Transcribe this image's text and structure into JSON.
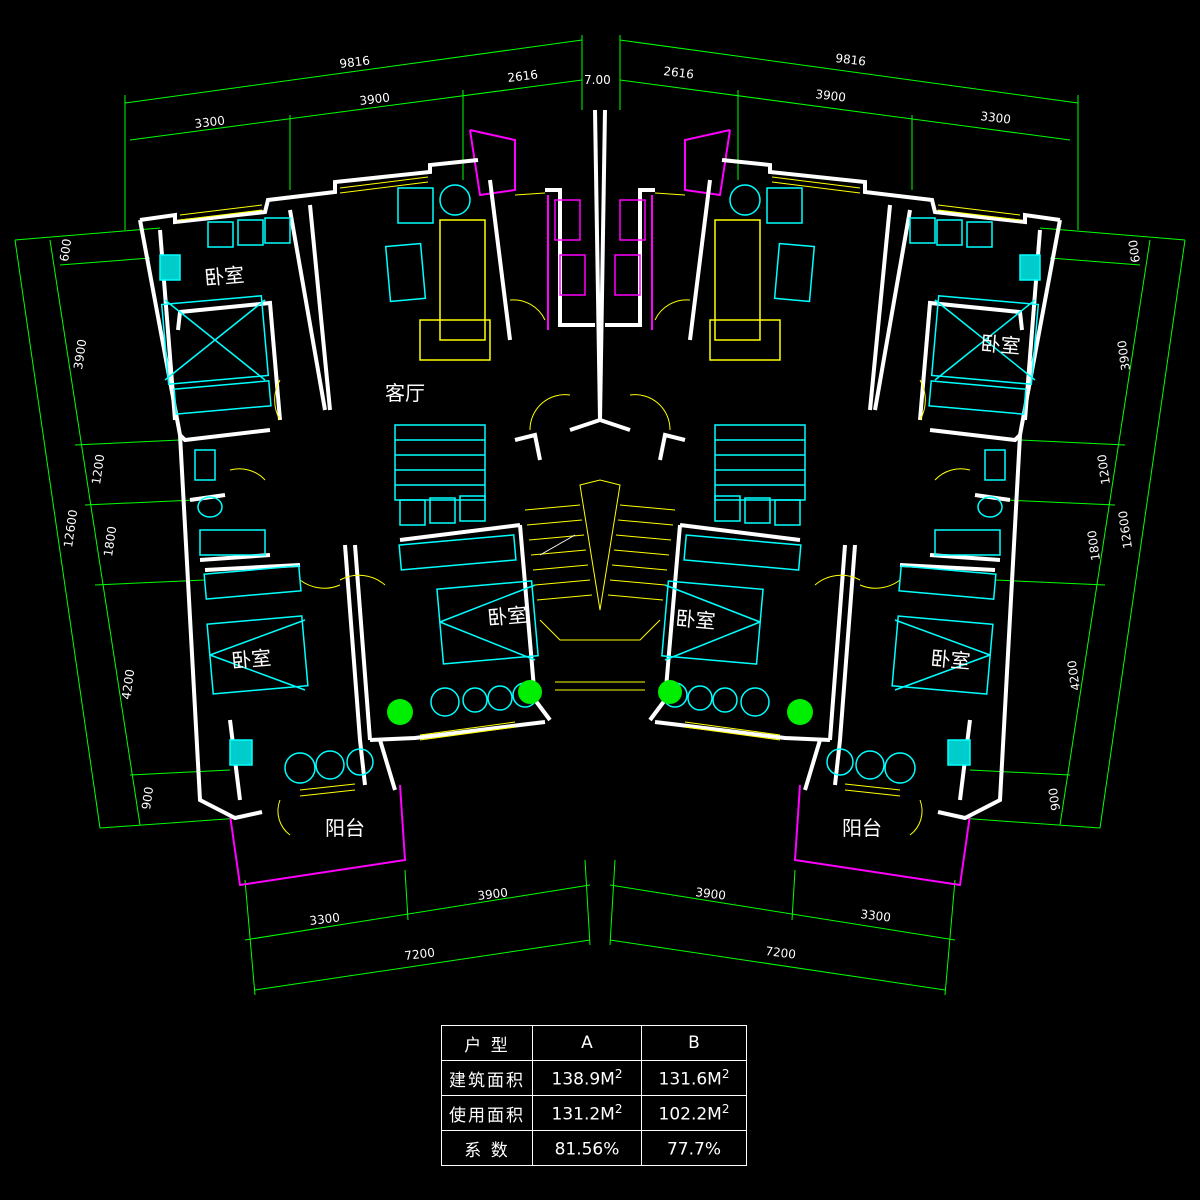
{
  "colors": {
    "background": "#000000",
    "dimension_lines": "#00ff00",
    "walls": "#ffffff",
    "furniture": "#00ffff",
    "balcony_outline": "#ff00ff",
    "windows": "#ffff00",
    "text": "#ffffff"
  },
  "dimensions": {
    "top_left_total": "9816",
    "top_left_a": "3300",
    "top_left_b": "3900",
    "top_left_c": "2616",
    "top_gap": "7.00",
    "top_right_total": "9816",
    "top_right_c": "2616",
    "top_right_b": "3900",
    "top_right_a": "3300",
    "left_600": "600",
    "left_3900": "3900",
    "left_1200": "1200",
    "left_1800": "1800",
    "left_4200": "4200",
    "left_900": "900",
    "left_total": "12600",
    "right_600": "600",
    "right_3900": "3900",
    "right_1200": "1200",
    "right_1800": "1800",
    "right_4200": "4200",
    "right_900": "900",
    "right_total": "12600",
    "bottom_left_3300": "3300",
    "bottom_left_3900": "3900",
    "bottom_left_total": "7200",
    "bottom_right_3900": "3900",
    "bottom_right_3300": "3300",
    "bottom_right_total": "7200"
  },
  "rooms": {
    "bedroom_left_top": "卧室",
    "living_room": "客厅",
    "bedroom_left_bottom": "卧室",
    "bedroom_left_center": "卧室",
    "balcony_left": "阳台",
    "bedroom_right_top": "卧室",
    "bedroom_right_center": "卧室",
    "bedroom_right_bottom": "卧室",
    "balcony_right": "阳台"
  },
  "area_table": {
    "header": [
      "户 型",
      "A",
      "B"
    ],
    "rows": [
      {
        "label": "建筑面积",
        "a": "138.9M",
        "a_sup": "2",
        "b": "131.6M",
        "b_sup": "2"
      },
      {
        "label": "使用面积",
        "a": "131.2M",
        "a_sup": "2",
        "b": "102.2M",
        "b_sup": "2"
      },
      {
        "label": "系 数",
        "a": "81.56%",
        "a_sup": "",
        "b": "77.7%",
        "b_sup": ""
      }
    ]
  }
}
